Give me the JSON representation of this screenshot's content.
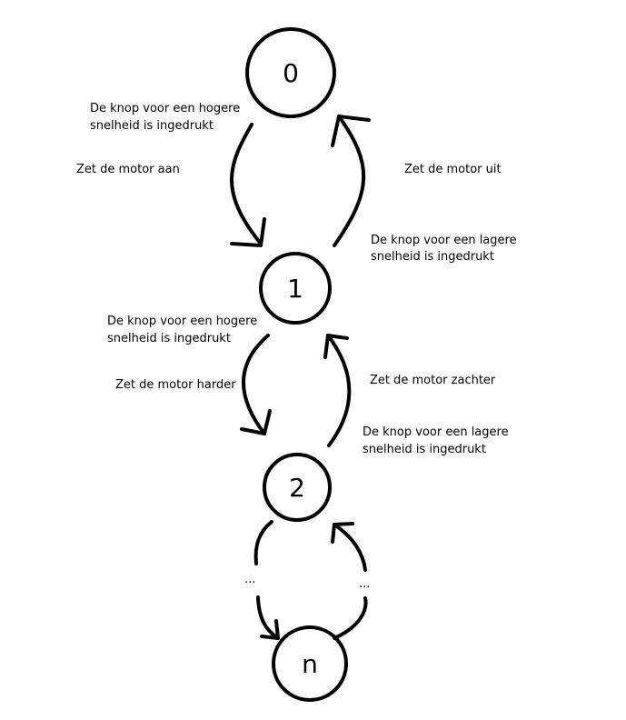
{
  "states": [
    {
      "id": "state-0",
      "label": "0"
    },
    {
      "id": "state-1",
      "label": "1"
    },
    {
      "id": "state-2",
      "label": "2"
    },
    {
      "id": "state-n",
      "label": "n"
    }
  ],
  "transitions": {
    "t0_1": {
      "condition_line1": "De knop voor een hogere",
      "condition_line2": "snelheid is ingedrukt",
      "action": "Zet de motor aan"
    },
    "t1_0": {
      "action": "Zet de motor uit",
      "condition_line1": "De knop voor een lagere",
      "condition_line2": "snelheid is ingedrukt"
    },
    "t1_2": {
      "condition_line1": "De knop voor een hogere",
      "condition_line2": "snelheid is ingedrukt",
      "action": "Zet de motor harder"
    },
    "t2_1": {
      "action": "Zet de motor zachter",
      "condition_line1": "De knop voor een lagere",
      "condition_line2": "snelheid is ingedrukt"
    }
  },
  "ellipsis": {
    "left": "...",
    "right": "..."
  },
  "colors": {
    "stroke": "#000000",
    "background": "#ffffff"
  }
}
